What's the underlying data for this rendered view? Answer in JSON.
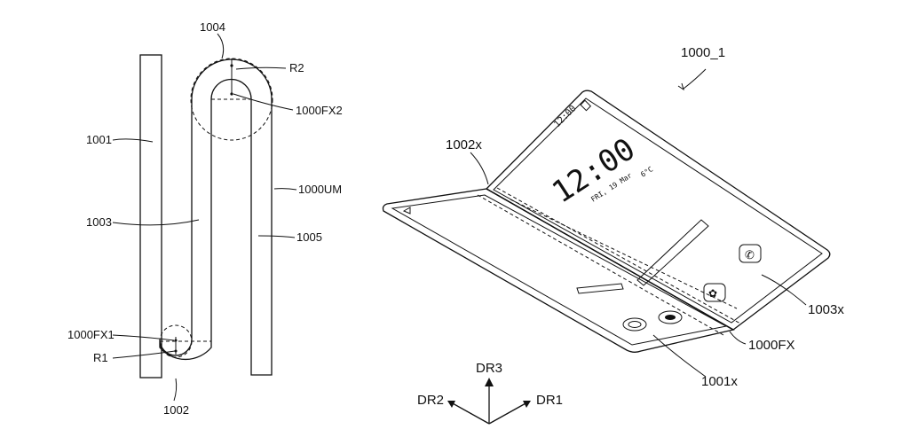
{
  "labels": {
    "l1004": "1004",
    "lR2": "R2",
    "l1000FX2": "1000FX2",
    "l1001": "1001",
    "l1000UM": "1000UM",
    "l1003": "1003",
    "l1005": "1005",
    "l1000FX1": "1000FX1",
    "lR1": "R1",
    "l1002": "1002",
    "l1000_1": "1000_1",
    "l1002x": "1002x",
    "l1003x": "1003x",
    "l1000FX": "1000FX",
    "l1001x": "1001x",
    "lDR3": "DR3",
    "lDR2": "DR2",
    "lDR1": "DR1"
  },
  "screen": {
    "status_time": "12:00",
    "clock": "12:00",
    "date": "FRI, 19 Mar",
    "weather": "6°C"
  },
  "icons": [
    "phone-icon",
    "gallery-icon",
    "fingerprint-icon",
    "camera-icon"
  ]
}
